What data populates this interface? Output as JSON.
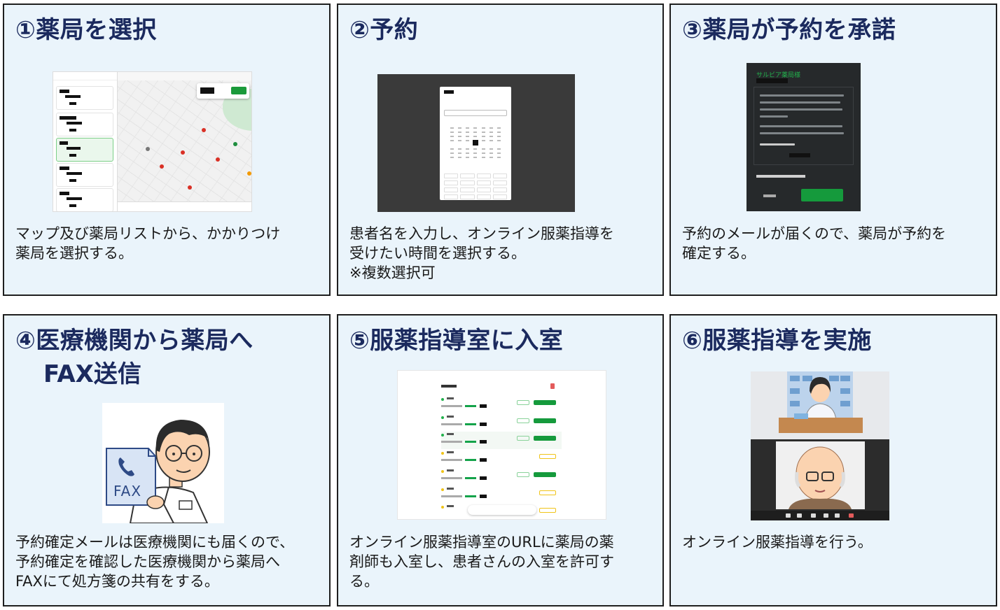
{
  "steps": [
    {
      "title": "①薬局を選択",
      "lines": [
        "マップ及び薬局リストから、かかりつけ",
        "薬局を選択する。"
      ]
    },
    {
      "title": "②予約",
      "lines": [
        "患者名を入力し、オンライン服薬指導を",
        "受けたい時間を選択する。",
        "※複数選択可"
      ]
    },
    {
      "title": "③薬局が予約を承諾",
      "lines": [
        "予約のメールが届くので、薬局が予約を",
        "確定する。"
      ]
    },
    {
      "title": "④医療機関から薬局へ",
      "title_line2": "FAX送信",
      "fax_label": "FAX",
      "lines": [
        "予約確定メールは医療機関にも届くので、",
        "予約確定を確認した医療機関から薬局へ",
        "FAXにて処方箋の共有をする。"
      ]
    },
    {
      "title": "⑤服薬指導室に入室",
      "lines": [
        "オンライン服薬指導室のURLに薬局の薬",
        "剤師も入室し、患者さんの入室を許可す",
        "る。"
      ]
    },
    {
      "title": "⑥服薬指導を実施",
      "lines": [
        "オンライン服薬指導を行う。"
      ]
    }
  ],
  "mail_sender": "サルビア薬局様",
  "colors": {
    "panel_bg": "#eaf4fb",
    "title": "#1b2a5e",
    "accent_green": "#159a3c"
  }
}
